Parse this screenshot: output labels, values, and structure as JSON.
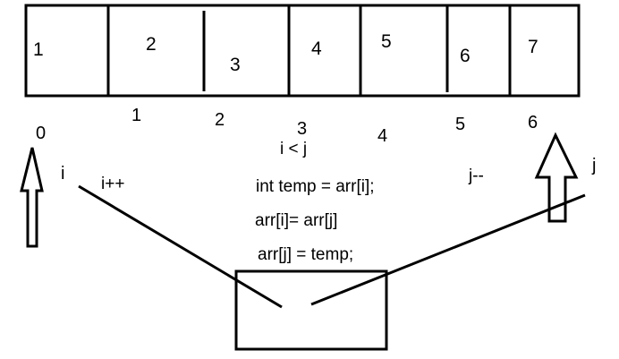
{
  "array": {
    "values": [
      "1",
      "2",
      "3",
      "4",
      "5",
      "6",
      "7"
    ],
    "indices": [
      "0",
      "1",
      "2",
      "3",
      "4",
      "5",
      "6"
    ]
  },
  "pointers": {
    "left": "i",
    "left_step": "i++",
    "right": "j",
    "right_step": "j--"
  },
  "code": {
    "condition": "i < j",
    "line1": "int temp = arr[i];",
    "line2": "arr[i]= arr[j]",
    "line3": "arr[j] = temp;"
  },
  "colors": {
    "ink": "#000000",
    "background": "#ffffff"
  }
}
